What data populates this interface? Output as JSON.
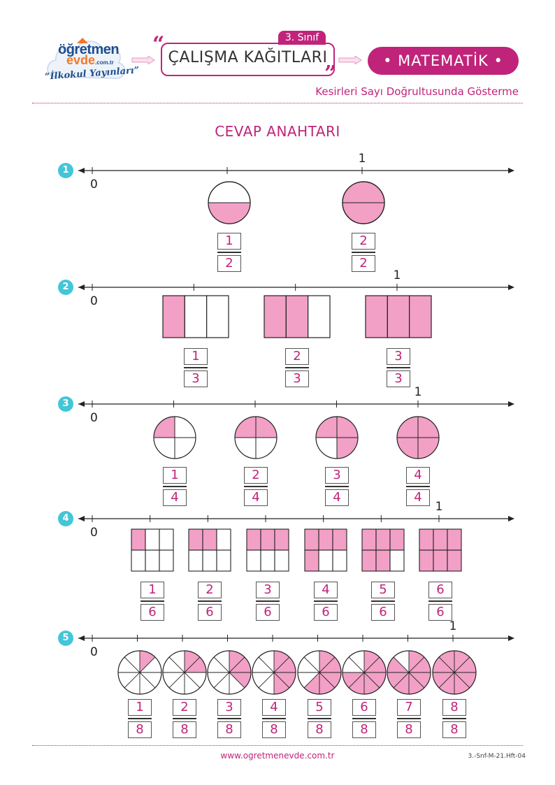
{
  "header": {
    "logo_line1": "öğretmen",
    "logo_line2": "evde",
    "logo_domain": ".com.tr",
    "logo_tagline": "“İlkokul Yayınları”",
    "grade_tab": "3. Sınıf",
    "title": "ÇALIŞMA KAĞITLARI",
    "subject": "• MATEMATİK •",
    "topic": "Kesirleri Sayı Doğrultusunda Gösterme"
  },
  "page_title": "CEVAP ANAHTARI",
  "number_line_labels": {
    "zero": "0",
    "one": "1"
  },
  "exercises": [
    {
      "number": "1",
      "shape": "circle-half",
      "denominator": 2,
      "fractions": [
        {
          "num": "1",
          "den": "2"
        },
        {
          "num": "2",
          "den": "2"
        }
      ]
    },
    {
      "number": "2",
      "shape": "rect-thirds",
      "denominator": 3,
      "fractions": [
        {
          "num": "1",
          "den": "3"
        },
        {
          "num": "2",
          "den": "3"
        },
        {
          "num": "3",
          "den": "3"
        }
      ]
    },
    {
      "number": "3",
      "shape": "circle-quarters",
      "denominator": 4,
      "fractions": [
        {
          "num": "1",
          "den": "4"
        },
        {
          "num": "2",
          "den": "4"
        },
        {
          "num": "3",
          "den": "4"
        },
        {
          "num": "4",
          "den": "4"
        }
      ]
    },
    {
      "number": "4",
      "shape": "grid-sixths",
      "denominator": 6,
      "fractions": [
        {
          "num": "1",
          "den": "6"
        },
        {
          "num": "2",
          "den": "6"
        },
        {
          "num": "3",
          "den": "6"
        },
        {
          "num": "4",
          "den": "6"
        },
        {
          "num": "5",
          "den": "6"
        },
        {
          "num": "6",
          "den": "6"
        }
      ]
    },
    {
      "number": "5",
      "shape": "circle-eighths",
      "denominator": 8,
      "fractions": [
        {
          "num": "1",
          "den": "8"
        },
        {
          "num": "2",
          "den": "8"
        },
        {
          "num": "3",
          "den": "8"
        },
        {
          "num": "4",
          "den": "8"
        },
        {
          "num": "5",
          "den": "8"
        },
        {
          "num": "6",
          "den": "8"
        },
        {
          "num": "7",
          "den": "8"
        },
        {
          "num": "8",
          "den": "8"
        }
      ]
    }
  ],
  "colors": {
    "accent": "#c0247a",
    "fill": "#f2a0c6",
    "badge": "#42c6d8"
  },
  "footer": {
    "url": "www.ogretmenevde.com.tr",
    "code": "3.-Snf-M-21.Hft-04"
  }
}
